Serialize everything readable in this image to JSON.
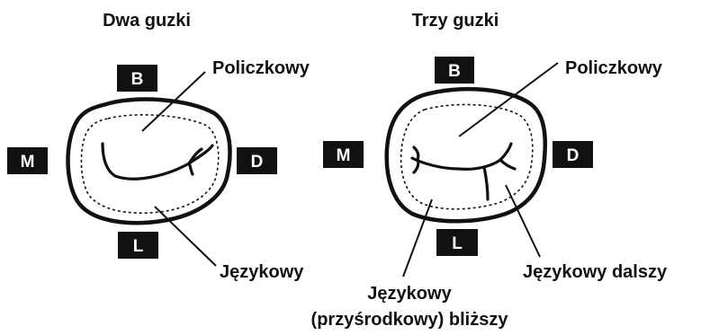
{
  "colors": {
    "ink": "#111111",
    "badge_bg": "#111111",
    "badge_text": "#ffffff",
    "background": "#ffffff"
  },
  "left_tooth": {
    "title": "Dwa guzki",
    "badges": {
      "buccal": "B",
      "mesial": "M",
      "distal": "D",
      "lingual": "L"
    },
    "labels": {
      "buccal_cusp": "Policzkowy",
      "lingual_cusp": "Językowy"
    }
  },
  "right_tooth": {
    "title": "Trzy guzki",
    "badges": {
      "buccal": "B",
      "mesial": "M",
      "distal": "D",
      "lingual": "L"
    },
    "labels": {
      "buccal_cusp": "Policzkowy",
      "distolingual_cusp": "Językowy dalszy",
      "mesiolingual_cusp_line1": "Językowy",
      "mesiolingual_cusp_line2": "(przyśrodkowy) bliższy"
    }
  }
}
